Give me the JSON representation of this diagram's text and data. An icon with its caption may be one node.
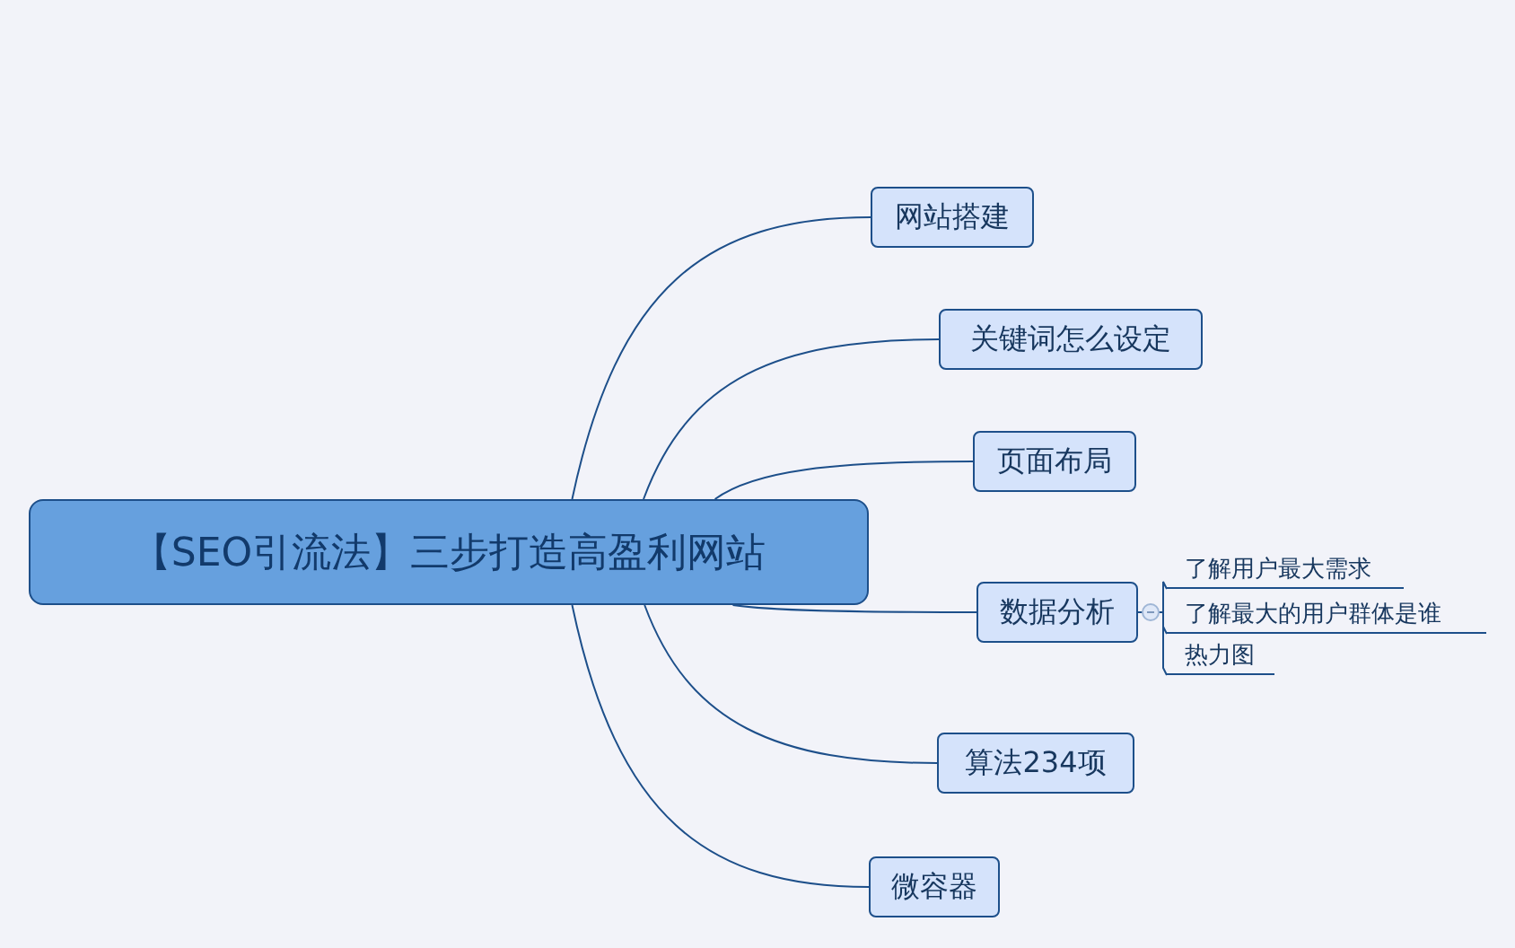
{
  "diagram": {
    "nodes": [
      {
        "text": [
          "【SEO引流法】三步打造高盈利网站"
        ]
      },
      {
        "text": [
          "网站搭建"
        ]
      },
      {
        "text": [
          "关键词怎么设定"
        ]
      },
      {
        "text": [
          "页面布局"
        ]
      },
      {
        "text": [
          "数据分析"
        ]
      },
      {
        "text": [
          "算法234项"
        ]
      },
      {
        "text": [
          "微容器"
        ]
      },
      {
        "text": [
          "了解用户最大需求"
        ]
      },
      {
        "text": [
          "了解最大的用户群体是谁"
        ]
      },
      {
        "text": [
          "热力图"
        ]
      }
    ],
    "edges": [
      {
        "from": 0,
        "to": 1,
        "arrow": "none"
      },
      {
        "from": 0,
        "to": 2,
        "arrow": "none"
      },
      {
        "from": 0,
        "to": 3,
        "arrow": "none"
      },
      {
        "from": 0,
        "to": 4,
        "arrow": "none"
      },
      {
        "from": 0,
        "to": 5,
        "arrow": "none"
      },
      {
        "from": 0,
        "to": 6,
        "arrow": "none"
      },
      {
        "from": 4,
        "to": 7,
        "arrow": "none"
      },
      {
        "from": 4,
        "to": 8,
        "arrow": "none"
      },
      {
        "from": 4,
        "to": 9,
        "arrow": "none"
      }
    ]
  }
}
